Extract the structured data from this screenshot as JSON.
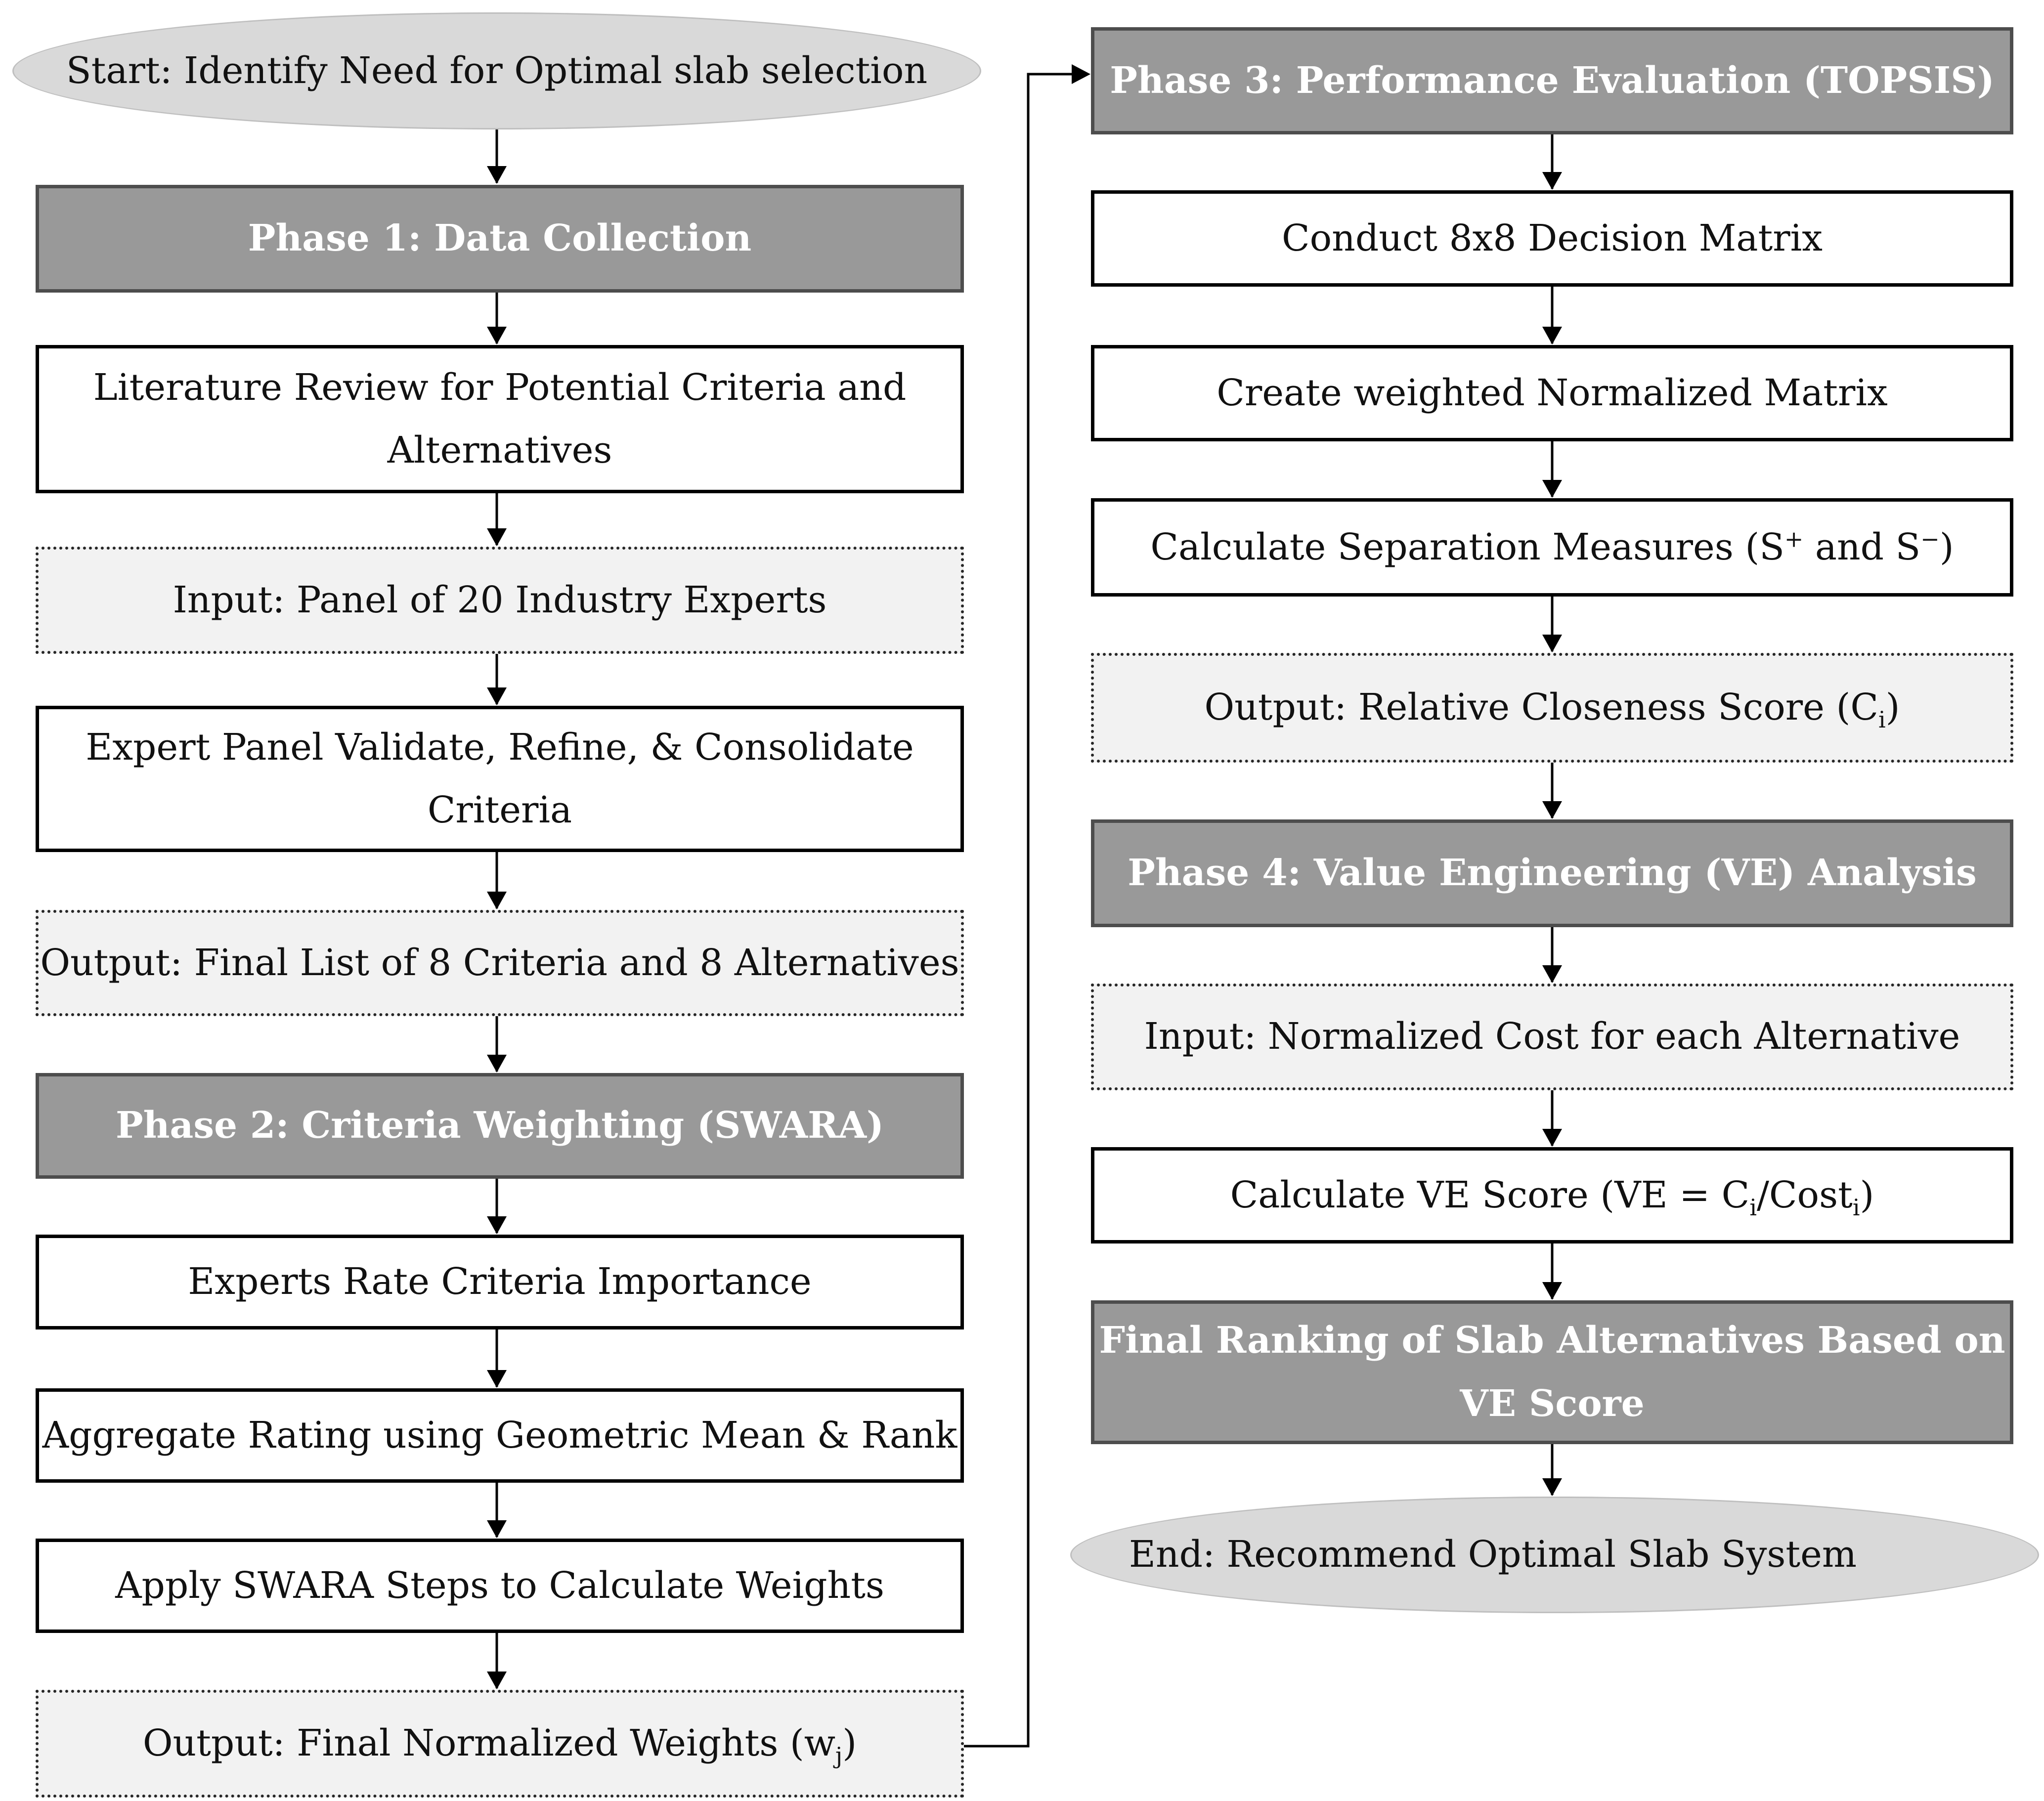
{
  "nodes": {
    "start": {
      "text": "Start: Identify Need for Optimal slab selection"
    },
    "phase1": {
      "text": "Phase 1: Data Collection"
    },
    "lit_review": {
      "line1": "Literature Review for Potential Criteria and",
      "line2": "Alternatives"
    },
    "input_panel": {
      "text": "Input: Panel of 20 Industry Experts"
    },
    "expert_validate": {
      "line1": "Expert Panel Validate, Refine, & Consolidate",
      "line2": "Criteria"
    },
    "output_list": {
      "text": "Output: Final List of 8 Criteria and 8 Alternatives"
    },
    "phase2": {
      "text": "Phase 2: Criteria Weighting (SWARA)"
    },
    "rate_importance": {
      "text": "Experts Rate Criteria Importance"
    },
    "aggregate": {
      "text": "Aggregate Rating using Geometric Mean & Rank"
    },
    "apply_swara": {
      "text": "Apply SWARA Steps to Calculate Weights"
    },
    "output_weights": {
      "prefix": "Output: Final Normalized Weights (w",
      "sub": "j",
      "suffix": ")"
    },
    "phase3": {
      "text": "Phase 3: Performance Evaluation (TOPSIS)"
    },
    "decision_matrix": {
      "text": "Conduct 8x8 Decision Matrix"
    },
    "weighted_matrix": {
      "text": "Create weighted Normalized Matrix"
    },
    "separation": {
      "prefix": "Calculate Separation Measures (S",
      "sup1": "+",
      "mid": " and S",
      "sup2": "−",
      "suffix": ")"
    },
    "closeness": {
      "prefix": "Output: Relative Closeness Score (C",
      "sub": "i",
      "suffix": ")"
    },
    "phase4": {
      "text": "Phase 4: Value Engineering (VE) Analysis"
    },
    "input_cost": {
      "text": "Input: Normalized Cost for each Alternative"
    },
    "ve_score": {
      "prefix": "Calculate VE Score (VE = C",
      "sub1": "i",
      "mid": "/Cost",
      "sub2": "i",
      "suffix": ")"
    },
    "final_ranking": {
      "line1": "Final Ranking of Slab Alternatives Based on",
      "line2": "VE Score"
    },
    "end": {
      "text": "End: Recommend Optimal Slab System"
    }
  }
}
